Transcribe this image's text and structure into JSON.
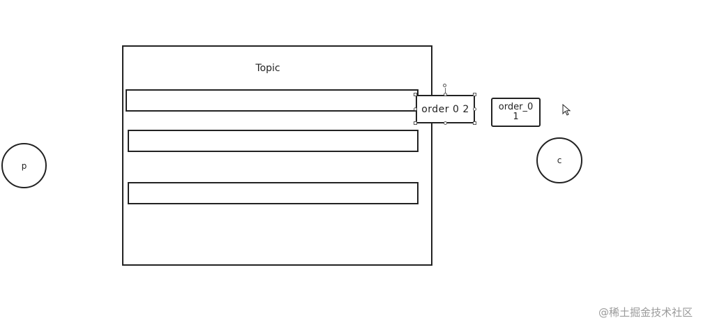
{
  "diagram": {
    "topic": {
      "label": "Topic",
      "queue_count": 3
    },
    "selected_message": {
      "label": "order  0  2"
    },
    "message": {
      "line1": "order_0",
      "line2": "1"
    },
    "producer": {
      "label": "p"
    },
    "consumer": {
      "label": "c"
    }
  },
  "watermark": "@稀土掘金技术社区",
  "colors": {
    "stroke": "#222222",
    "handle": "#555555",
    "watermark": "#9a9a9a"
  }
}
